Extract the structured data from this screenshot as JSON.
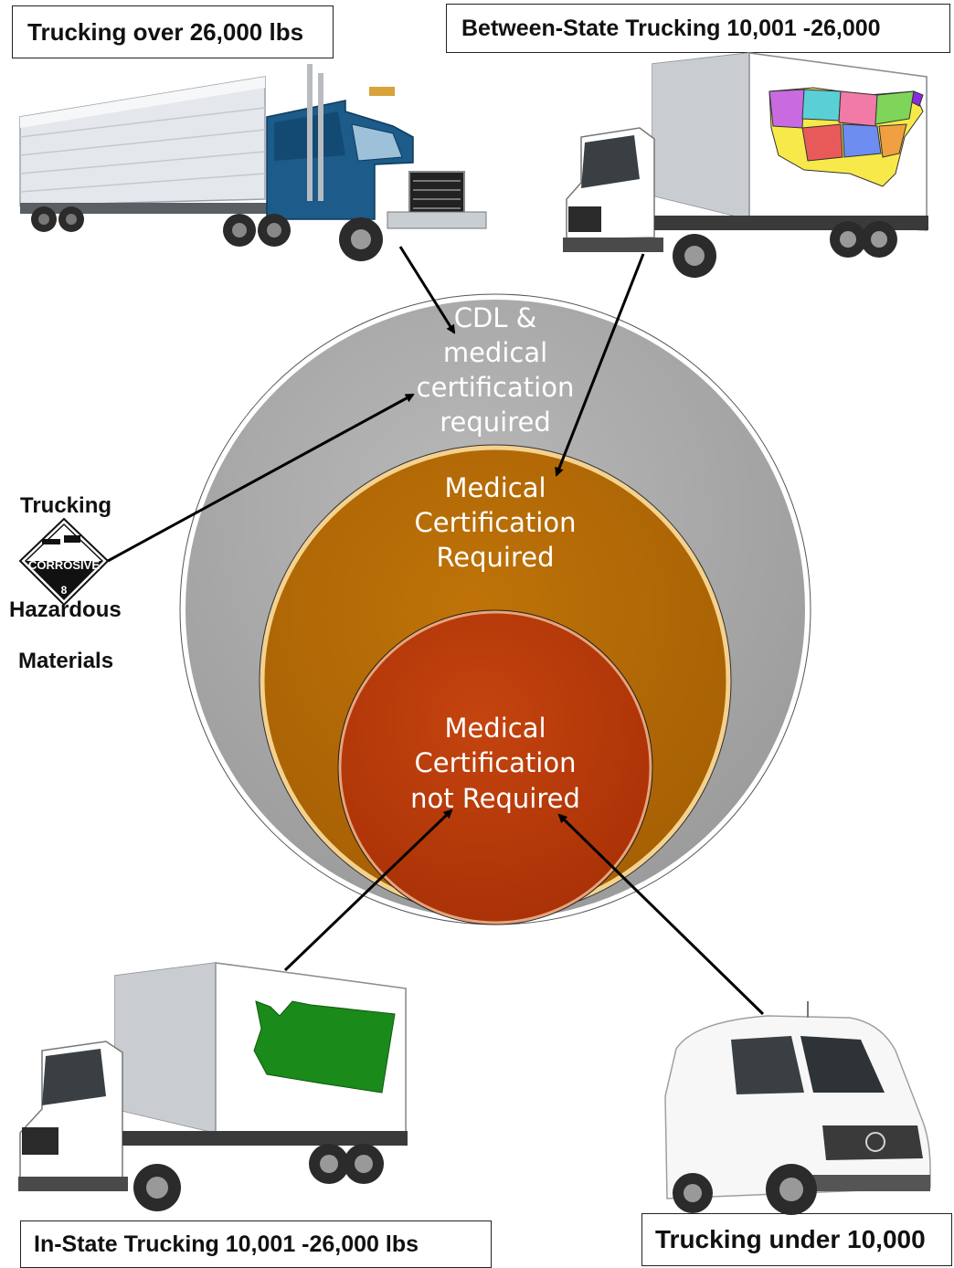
{
  "labels": {
    "top_left": "Trucking over 26,000 lbs",
    "top_right": "Between-State Trucking 10,001 -26,000",
    "bottom_left": "In-State Trucking 10,001 -26,000 lbs",
    "bottom_right": "Trucking under 10,000"
  },
  "hazmat": {
    "line1": "Trucking",
    "line2": "Hazardous",
    "line3": "Materials",
    "placard_text": "CORROSIVE",
    "placard_number": "8"
  },
  "circles": {
    "outer": [
      "CDL &",
      "medical",
      "certification",
      "required"
    ],
    "middle": [
      "Medical",
      "Certification",
      "Required"
    ],
    "inner": [
      "Medical",
      "Certification",
      "not Required"
    ]
  },
  "colors": {
    "outer": "#a6a6a6",
    "middle": "#b46a06",
    "inner": "#b83a0a",
    "cab_blue": "#1c5b8a",
    "map_green": "#1a8a1a"
  },
  "icons": [
    "semi-truck-icon",
    "box-truck-usa-map-icon",
    "box-truck-washington-map-icon",
    "cargo-van-icon",
    "corrosive-placard-icon"
  ]
}
